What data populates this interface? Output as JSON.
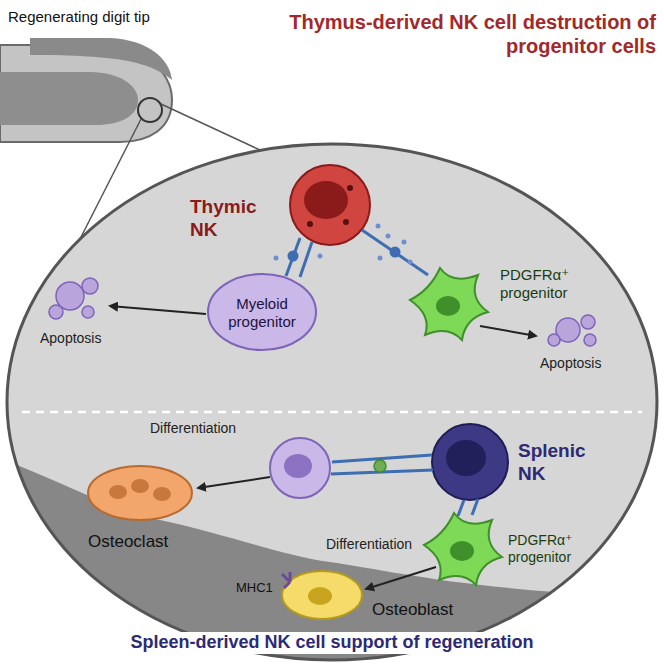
{
  "diagram": {
    "labels": [
      "Regenerating digit tip",
      "Thymus-derived NK cell destruction of progenitor cells",
      "Thymic NK",
      "Myeloid progenitor",
      "PDGFRα⁺ progenitor",
      "Apoptosis",
      "Apoptosis",
      "Splenic NK",
      "Differentiation",
      "Osteoclast",
      "MHC1",
      "PDGFRα⁺ progenitor",
      "Differentiation",
      "Osteoblast",
      "Spleen-derived NK cell support of regeneration"
    ]
  }
}
